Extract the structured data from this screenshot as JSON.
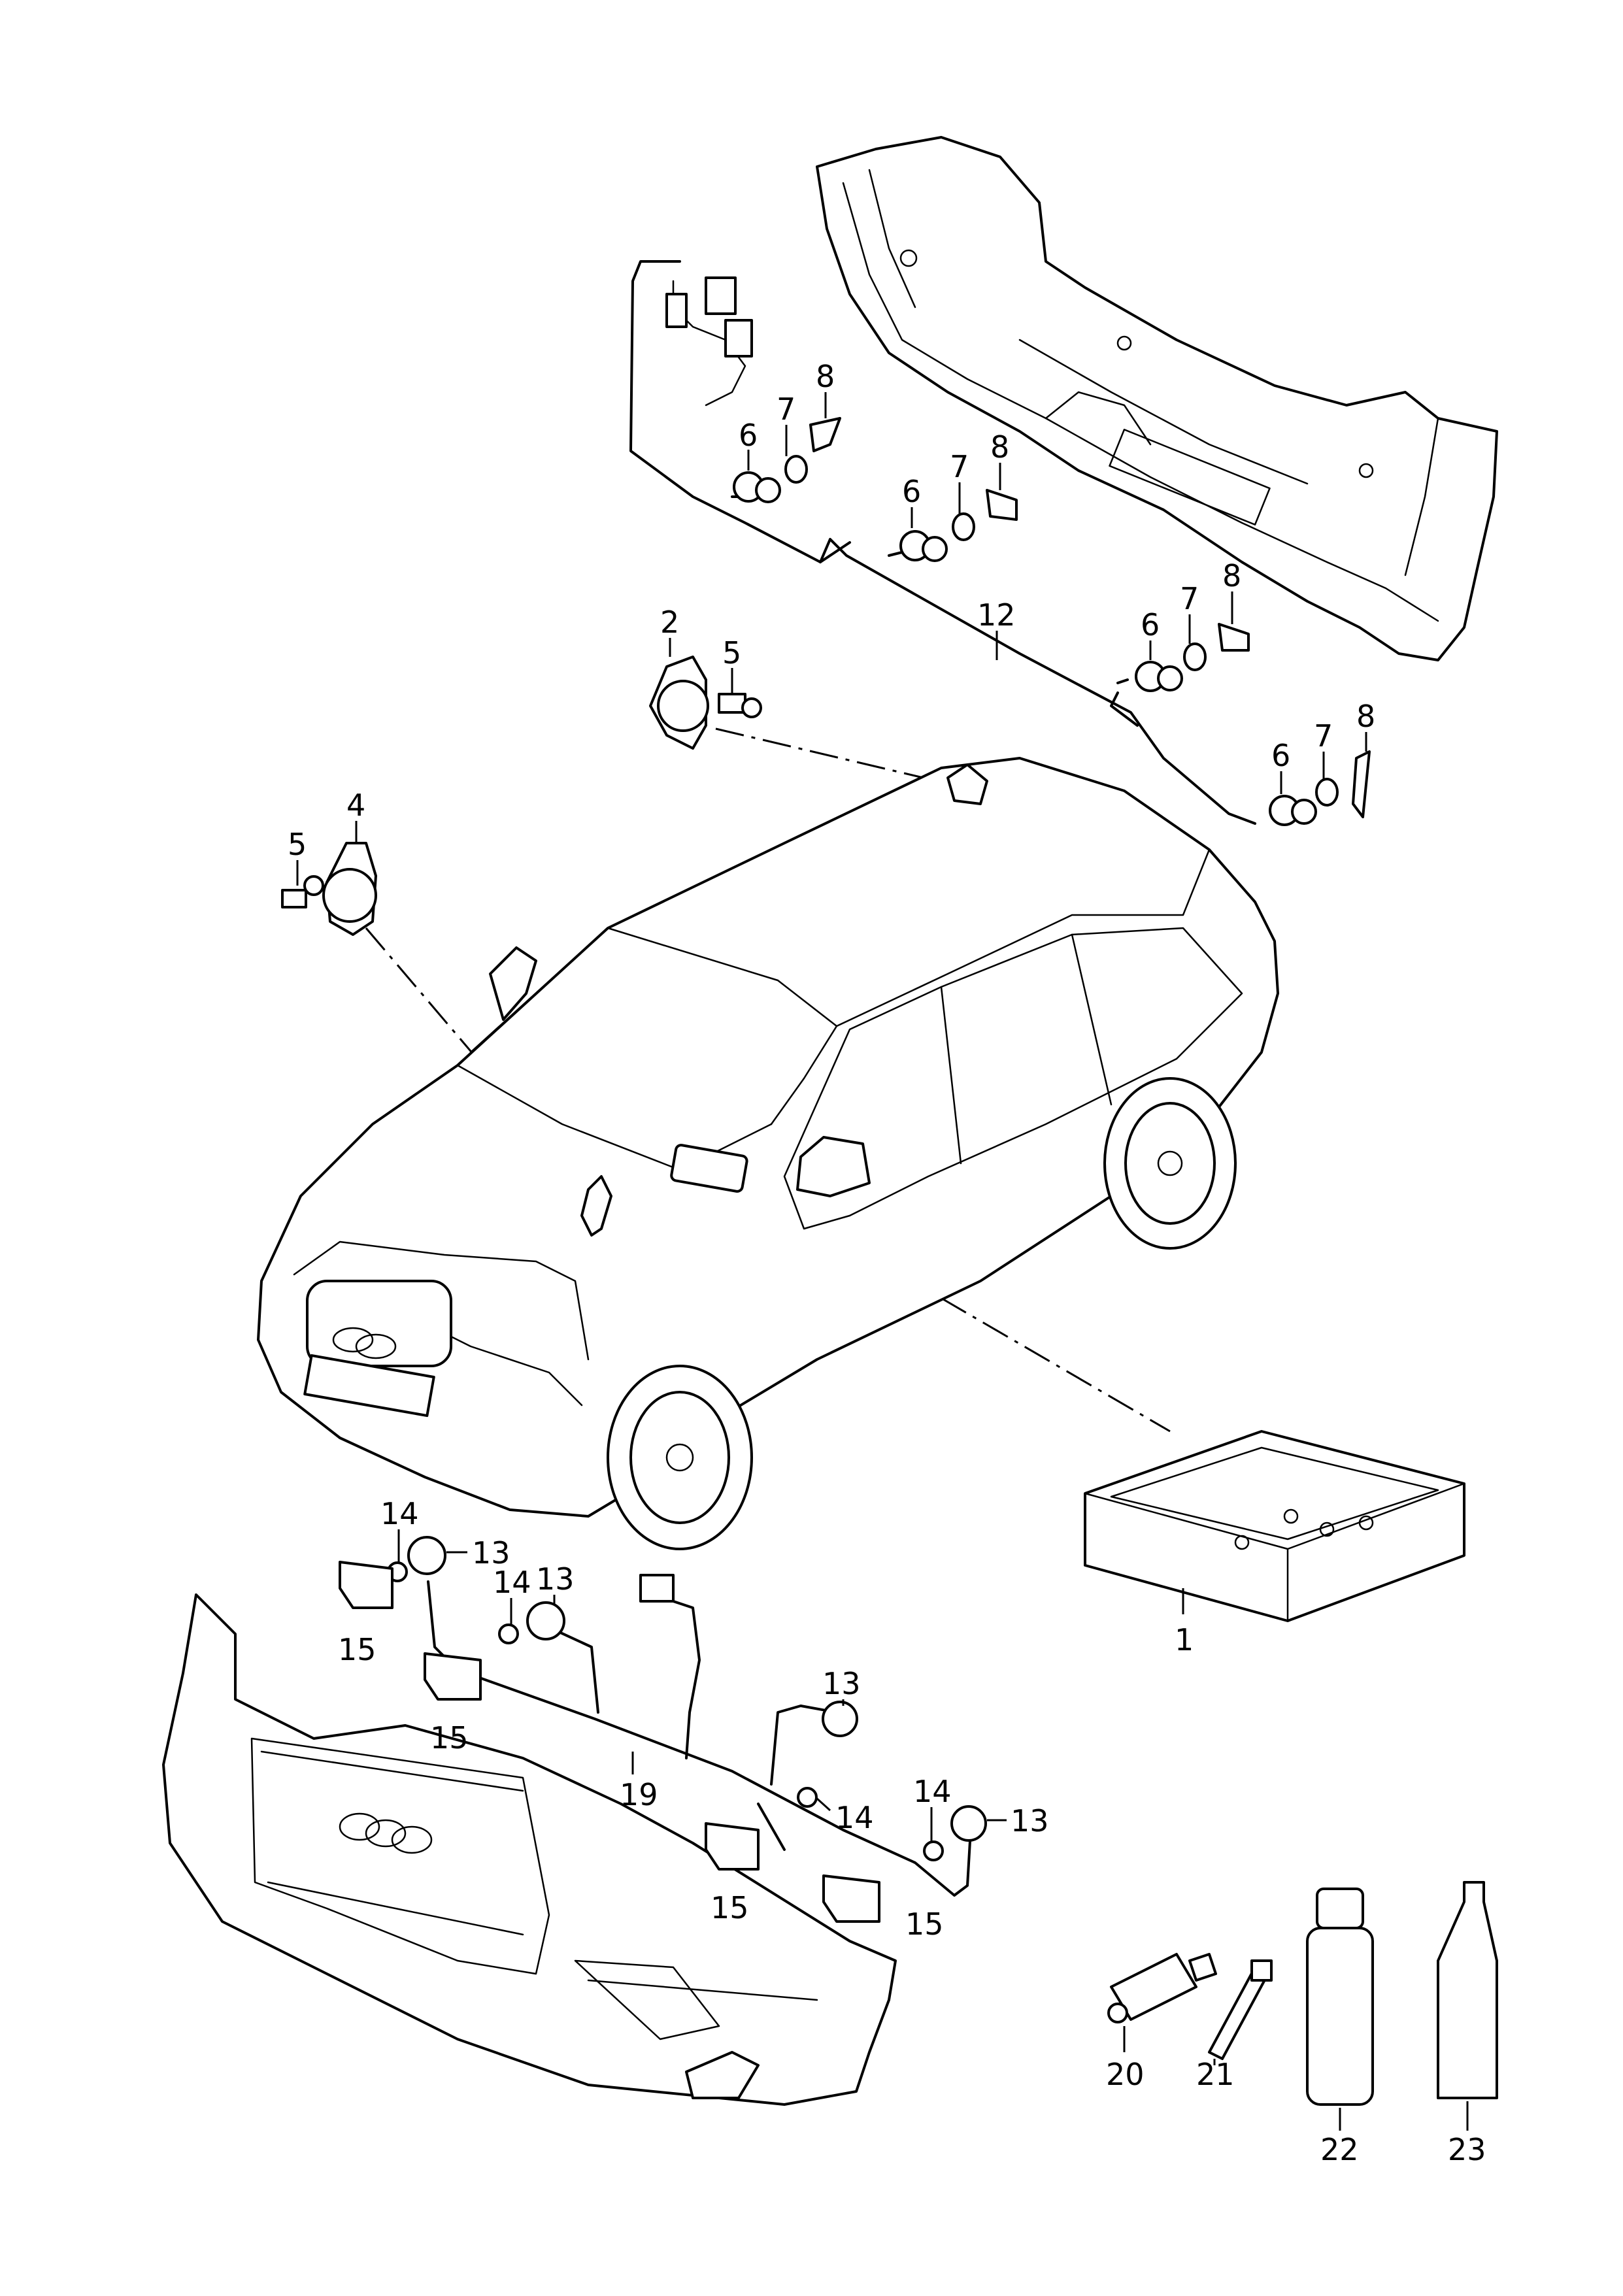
{
  "callouts": [
    {
      "label": "1"
    },
    {
      "label": "2"
    },
    {
      "label": "4"
    },
    {
      "label": "5"
    },
    {
      "label": "5"
    },
    {
      "label": "6"
    },
    {
      "label": "7"
    },
    {
      "label": "8"
    },
    {
      "label": "6"
    },
    {
      "label": "7"
    },
    {
      "label": "8"
    },
    {
      "label": "6"
    },
    {
      "label": "7"
    },
    {
      "label": "8"
    },
    {
      "label": "6"
    },
    {
      "label": "7"
    },
    {
      "label": "8"
    },
    {
      "label": "12"
    },
    {
      "label": "13"
    },
    {
      "label": "13"
    },
    {
      "label": "13"
    },
    {
      "label": "13"
    },
    {
      "label": "14"
    },
    {
      "label": "14"
    },
    {
      "label": "14"
    },
    {
      "label": "14"
    },
    {
      "label": "15"
    },
    {
      "label": "15"
    },
    {
      "label": "15"
    },
    {
      "label": "15"
    },
    {
      "label": "19"
    },
    {
      "label": "20"
    },
    {
      "label": "21"
    },
    {
      "label": "22"
    },
    {
      "label": "23"
    }
  ]
}
